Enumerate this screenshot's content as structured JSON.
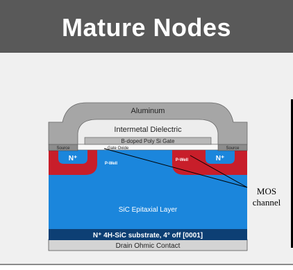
{
  "header": {
    "title": "Mature Nodes"
  },
  "diagram": {
    "aluminum": "Aluminum",
    "intermetal_dielectric": "Intermetal Dielectric",
    "gate": "B-doped Poly Si Gate",
    "gate_oxide": "Gate Oxide",
    "source_left": "Source",
    "source_right": "Source",
    "n_plus_left": "N⁺",
    "n_plus_right": "N⁺",
    "p_well_left": "P-Well",
    "p_well_right": "P-Well",
    "epi_layer": "SiC Epitaxial Layer",
    "substrate": "N⁺ 4H-SiC substrate, 4° off [0001]",
    "drain": "Drain Ohmic Contact",
    "mos_line1": "MOS",
    "mos_line2": "channel"
  },
  "colors": {
    "banner": "#595959",
    "epi": "#1b86dc",
    "substrate": "#0d3f74",
    "p_well": "#c81e2a",
    "aluminum": "#a6a6a6",
    "dielectric": "#ededed"
  }
}
